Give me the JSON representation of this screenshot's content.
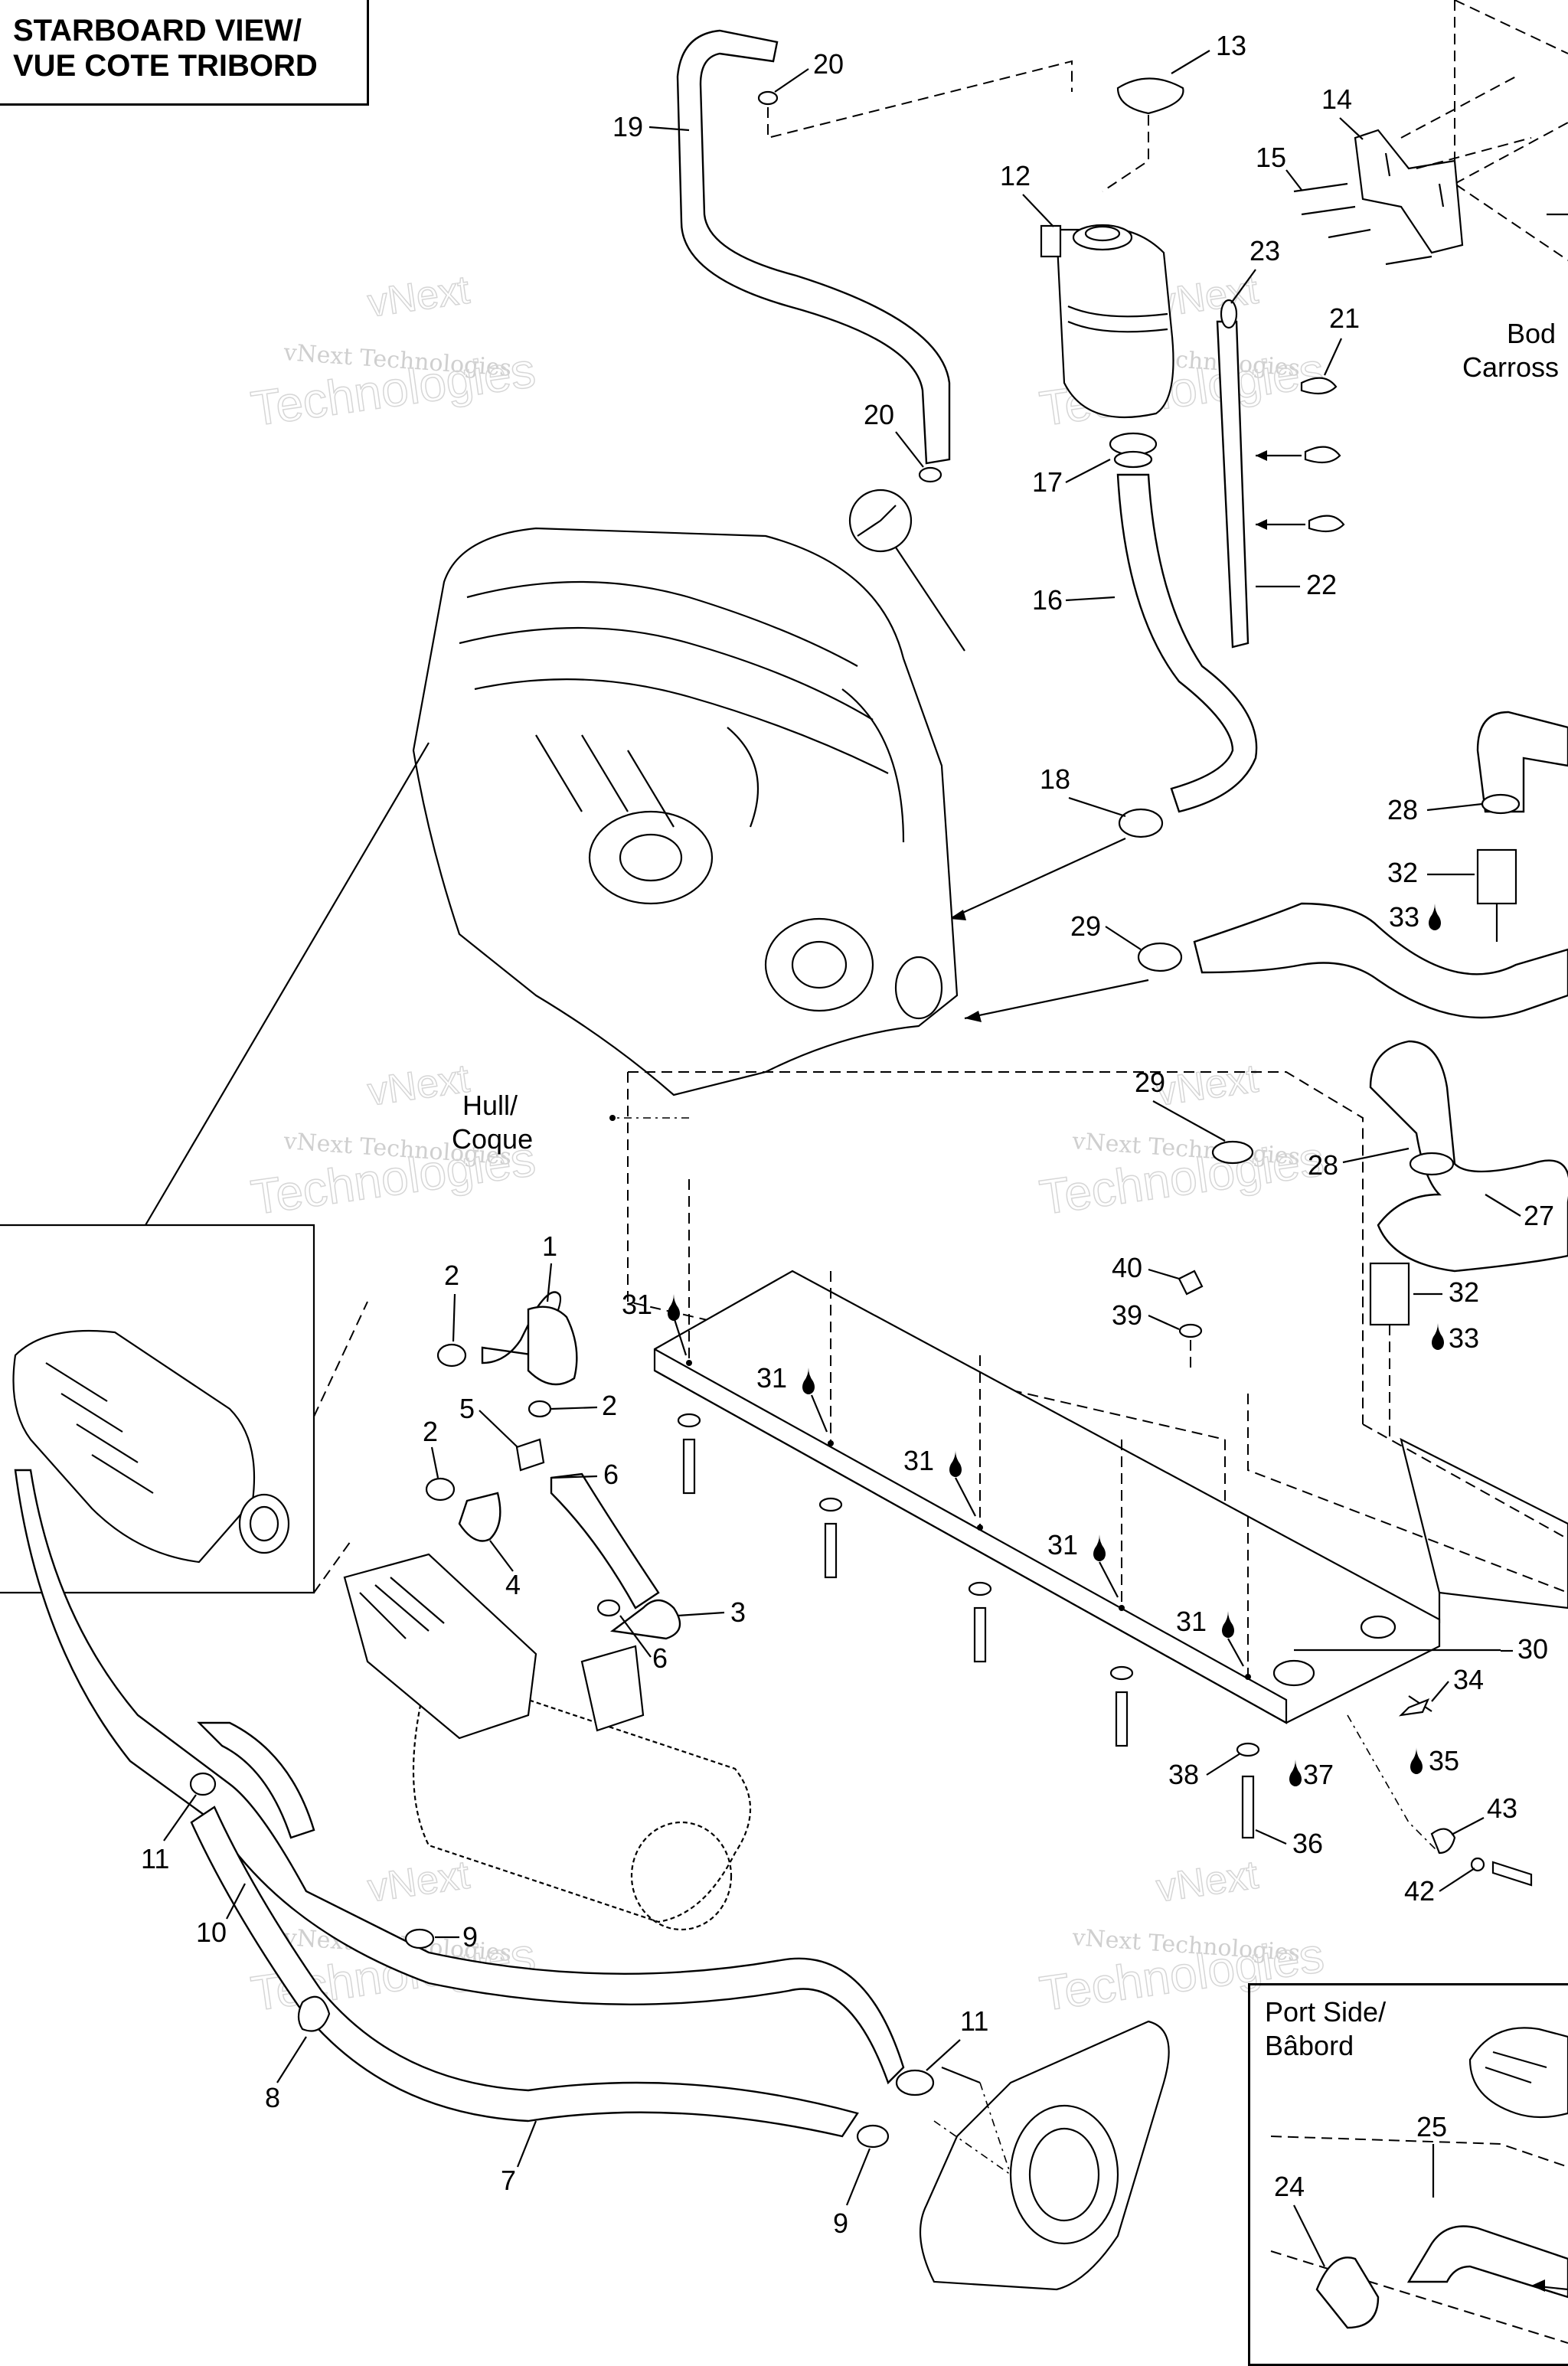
{
  "view_title": {
    "line1": "STARBOARD VIEW/",
    "line2": "VUE COTE TRIBORD"
  },
  "labels": {
    "hull_en": "Hull/",
    "hull_fr": "Coque",
    "body_en": "Bod",
    "body_fr": "Carross",
    "port_en": "Port Side/",
    "port_fr": "Bâbord"
  },
  "watermark": {
    "line1": "vNext Technologies",
    "line2": "vNext",
    "line3": "Technologies"
  },
  "callouts": [
    "1",
    "2",
    "2",
    "2",
    "3",
    "4",
    "5",
    "6",
    "6",
    "7",
    "8",
    "9",
    "9",
    "10",
    "11",
    "11",
    "12",
    "13",
    "14",
    "15",
    "16",
    "17",
    "18",
    "19",
    "20",
    "20",
    "21",
    "22",
    "23",
    "24",
    "25",
    "27",
    "28",
    "28",
    "29",
    "29",
    "30",
    "31",
    "31",
    "31",
    "31",
    "31",
    "32",
    "32",
    "33",
    "33",
    "34",
    "35",
    "36",
    "37",
    "38",
    "39",
    "40",
    "42",
    "43"
  ],
  "drop_icon": "sealant-drop-icon"
}
